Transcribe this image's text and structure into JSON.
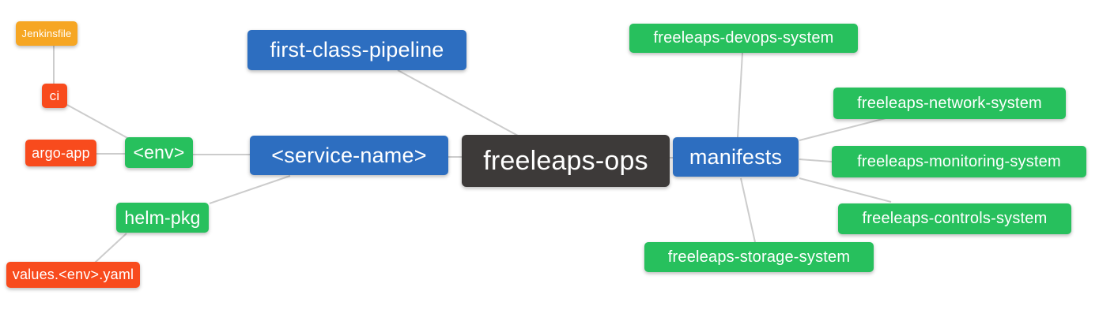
{
  "diagram": {
    "type": "mindmap",
    "root": "freeleaps_ops",
    "palette": {
      "blue": "#2d6ec0",
      "green": "#27c05d",
      "orange": "#f6a623",
      "red": "#f84b1d",
      "dark": "#3d3a39",
      "line": "#cccccc",
      "text": "#ffffff",
      "background": "#ffffff"
    },
    "nodes": {
      "jenkinsfile": {
        "label": "Jenkinsfile",
        "color": "orange"
      },
      "ci": {
        "label": "ci",
        "color": "red"
      },
      "argo_app": {
        "label": "argo-app",
        "color": "red"
      },
      "env": {
        "label": "<env>",
        "color": "green"
      },
      "helm_pkg": {
        "label": "helm-pkg",
        "color": "green"
      },
      "values_env_yaml": {
        "label": "values.<env>.yaml",
        "color": "red"
      },
      "first_class_pipeline": {
        "label": "first-class-pipeline",
        "color": "blue"
      },
      "service_name": {
        "label": "<service-name>",
        "color": "blue"
      },
      "freeleaps_ops": {
        "label": "freeleaps-ops",
        "color": "dark"
      },
      "manifests": {
        "label": "manifests",
        "color": "blue"
      },
      "devops_system": {
        "label": "freeleaps-devops-system",
        "color": "green"
      },
      "network_system": {
        "label": "freeleaps-network-system",
        "color": "green"
      },
      "monitoring_system": {
        "label": "freeleaps-monitoring-system",
        "color": "green"
      },
      "controls_system": {
        "label": "freeleaps-controls-system",
        "color": "green"
      },
      "storage_system": {
        "label": "freeleaps-storage-system",
        "color": "green"
      }
    },
    "edges": [
      {
        "from": "jenkinsfile",
        "to": "ci"
      },
      {
        "from": "ci",
        "to": "env"
      },
      {
        "from": "argo_app",
        "to": "env"
      },
      {
        "from": "env",
        "to": "service_name"
      },
      {
        "from": "helm_pkg",
        "to": "service_name"
      },
      {
        "from": "values_env_yaml",
        "to": "helm_pkg"
      },
      {
        "from": "first_class_pipeline",
        "to": "freeleaps_ops"
      },
      {
        "from": "service_name",
        "to": "freeleaps_ops"
      },
      {
        "from": "freeleaps_ops",
        "to": "manifests"
      },
      {
        "from": "manifests",
        "to": "devops_system"
      },
      {
        "from": "manifests",
        "to": "network_system"
      },
      {
        "from": "manifests",
        "to": "monitoring_system"
      },
      {
        "from": "manifests",
        "to": "controls_system"
      },
      {
        "from": "manifests",
        "to": "storage_system"
      }
    ]
  }
}
